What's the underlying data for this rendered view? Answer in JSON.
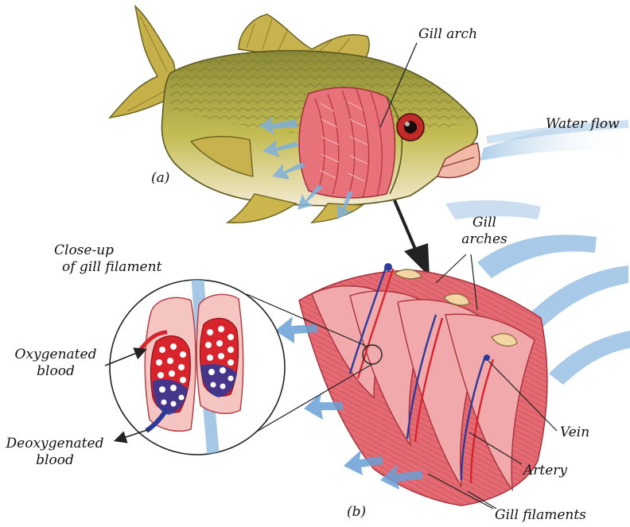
{
  "figure": {
    "panel_a_label": "(a)",
    "panel_b_label": "(b)"
  },
  "labels": {
    "gill_arch": "Gill arch",
    "water_flow": "Water flow",
    "gill_arches_line1": "Gill",
    "gill_arches_line2": "arches",
    "closeup_line1": "Close-up",
    "closeup_line2": "of gill filament",
    "oxygenated_line1": "Oxygenated",
    "oxygenated_line2": "blood",
    "deoxygenated_line1": "Deoxygenated",
    "deoxygenated_line2": "blood",
    "vein": "Vein",
    "artery": "Artery",
    "gill_filaments": "Gill filaments"
  },
  "colors": {
    "fish_body": "#b9b24a",
    "fish_belly": "#f1e7c4",
    "fin": "#c8b24e",
    "gill_red": "#e0606a",
    "gill_pink": "#f3b7b6",
    "water_blue": "#7fb0dc",
    "oxygenated": "#d8242c",
    "deoxygenated": "#2c3a9c",
    "outline": "#333333"
  }
}
